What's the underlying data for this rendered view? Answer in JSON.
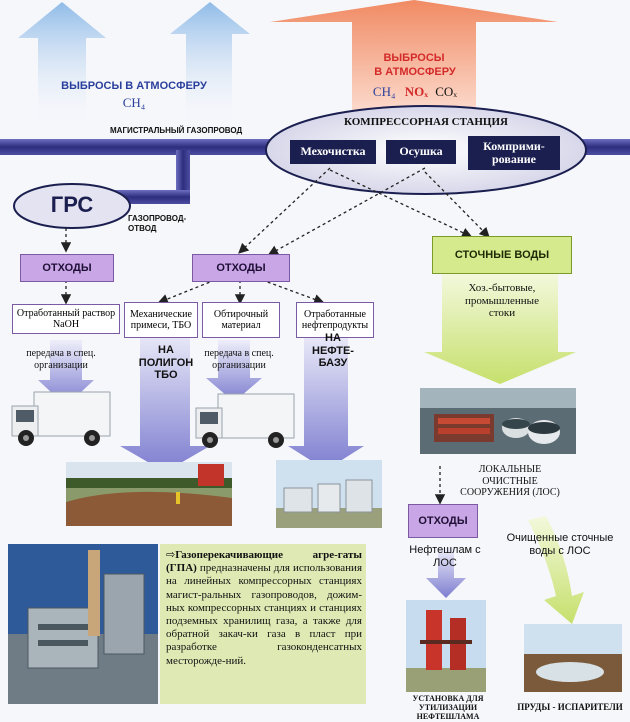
{
  "emissions_left": {
    "title": "ВЫБРОСЫ В АТМОСФЕРУ",
    "gases": "CH₄"
  },
  "emissions_right": {
    "title_line1": "ВЫБРОСЫ",
    "title_line2": "В АТМОСФЕРУ",
    "gas1": "CH₄",
    "gas2": "NOₓ",
    "gas3": "COₓ"
  },
  "main_pipeline_label": "МАГИСТРАЛЬНЫЙ ГАЗОПРОВОД",
  "compressor_station": {
    "title": "КОМПРЕССОРНАЯ СТАНЦИЯ",
    "steps": [
      "Мехочистка",
      "Осушка",
      "Комприми-рование"
    ]
  },
  "grs": {
    "label": "ГРС",
    "branch_label_line1": "ГАЗОПРОВОД-",
    "branch_label_line2": "ОТВОД"
  },
  "waste_boxes": [
    "ОТХОДЫ",
    "ОТХОДЫ",
    "ОТХОДЫ"
  ],
  "wastewater_box": "СТОЧНЫЕ ВОДЫ",
  "wastewater_types": "Хоз.-бытовые, промышленные стоки",
  "waste_items": [
    "Отработанный раствор NaOH",
    "Механические примеси, ТБО",
    "Обтирочный материал",
    "Отработанные нефтепродукты"
  ],
  "destinations": {
    "special_org_1": "передача в спец. организации",
    "landfill": "НА ПОЛИГОН ТБО",
    "special_org_2": "передача в спец. организации",
    "oil_base": "НА НЕФТЕ-БАЗУ"
  },
  "treatment_label": "ЛОКАЛЬНЫЕ ОЧИСТНЫЕ СООРУЖЕНИЯ (ЛОС)",
  "sludge_label": "Нефтешлам с ЛОС",
  "treated_water_label": "Очищенные сточные воды с ЛОС",
  "sludge_facility_label": "УСТАНОВКА ДЛЯ УТИЛИЗАЦИИ НЕФТЕШЛАМА",
  "evaporation_ponds_label": "ПРУДЫ - ИСПАРИТЕЛИ",
  "gpa_description": {
    "title": "Газоперекачивающие агре-гаты (ГПА)",
    "body": " предназначены для использования на линейных компрессорных станциях магист-ральных газопроводов, дожим-ных компрессорных станциях и станциях подземных хранилищ газа, а также для обратной закач-ки газа в пласт при разработке газоконденсатных месторожде-ний."
  },
  "colors": {
    "pipeline": "#3b3a86",
    "waste_box": "#c9a6e6",
    "wastewater_box": "#d5ea8c",
    "compressor_fill": "#e9e8f3",
    "step_box": "#1b1f4f",
    "arrow_blue": "#a9c8ea",
    "arrow_red": "#f39a7a",
    "arrow_lavender": "#8f8fd6",
    "arrow_green": "#d7ea94",
    "emission_right_text": "#d32a2a",
    "emission_left_text": "#2a3f9c"
  }
}
